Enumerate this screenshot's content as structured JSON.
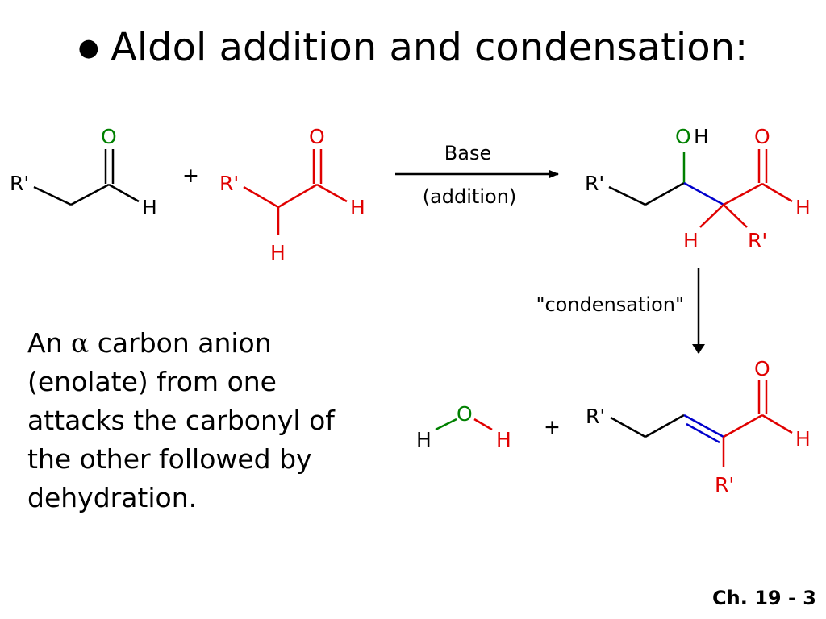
{
  "slide": {
    "bullet": "●",
    "title": "Aldol addition and condensation:",
    "footer": "Ch. 19 - 3"
  },
  "colors": {
    "black": "#000000",
    "red": "#e00000",
    "green": "#008000",
    "blue": "#0000cc"
  },
  "reaction": {
    "reactant1": {
      "group": "R'",
      "oxygen": "O",
      "hydrogen": "H"
    },
    "plus_sign": "+",
    "reactant2": {
      "group": "R'",
      "oxygen": "O",
      "aldehyde_h": "H",
      "alpha_h": "H"
    },
    "addition_arrow": {
      "reagent": "Base",
      "label": "(addition)"
    },
    "aldol_product": {
      "group": "R'",
      "hydroxyl_o": "O",
      "hydroxyl_h": "H",
      "oxygen": "O",
      "aldehyde_h": "H",
      "alpha_h": "H",
      "alpha_group": "R'"
    },
    "condensation_arrow": {
      "label": "\"condensation\""
    },
    "water": {
      "h_left": "H",
      "oxygen": "O",
      "h_right": "H"
    },
    "plus_sign_2": "+",
    "enal_product": {
      "group": "R'",
      "oxygen": "O",
      "aldehyde_h": "H",
      "alpha_group": "R'"
    }
  },
  "explanation": {
    "prefix": "An ",
    "alpha": "α",
    "text": " carbon anion (enolate) from one attacks the carbonyl of the other followed by dehydration."
  }
}
